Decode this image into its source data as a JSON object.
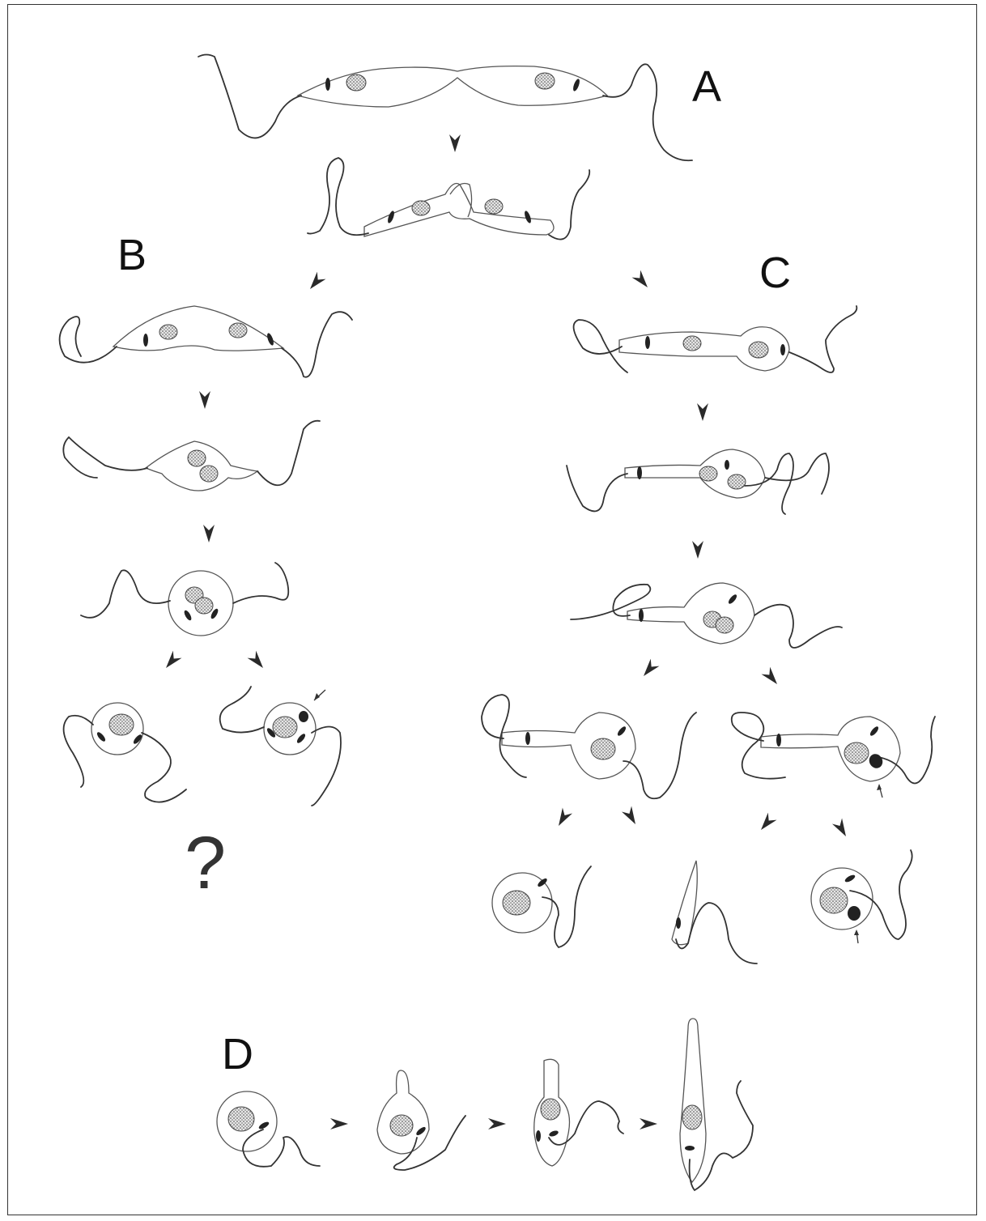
{
  "figure": {
    "panels": [
      {
        "id": "A",
        "label": "A"
      },
      {
        "id": "B",
        "label": "B"
      },
      {
        "id": "C",
        "label": "C"
      },
      {
        "id": "D",
        "label": "D"
      }
    ],
    "unknown_outcome": "?"
  }
}
